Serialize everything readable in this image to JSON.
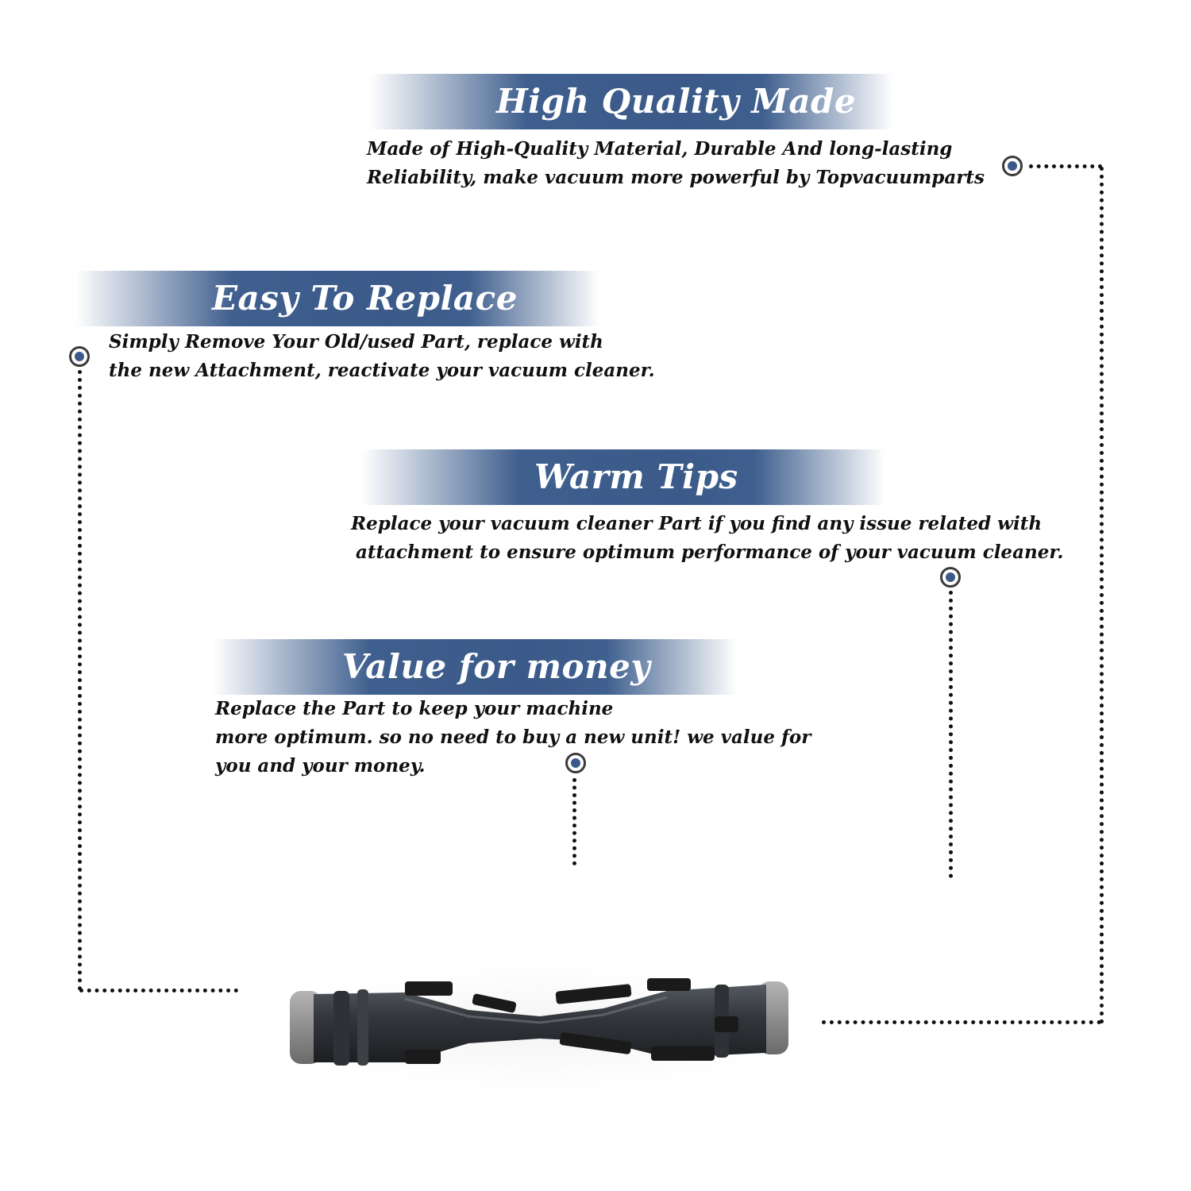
{
  "sections": [
    {
      "title": "High Quality Made",
      "lines": [
        "Made of  High-Quality Material, Durable And long-lasting",
        "Reliability, make vacuum more powerful by Topvacuumparts"
      ]
    },
    {
      "title": "Easy To Replace",
      "lines": [
        "Simply Remove Your Old/used Part, replace with",
        "the new Attachment, reactivate your vacuum cleaner."
      ]
    },
    {
      "title": "Warm Tips",
      "lines": [
        "Replace your vacuum cleaner Part if you find any issue related with",
        "attachment to ensure optimum performance of your vacuum cleaner."
      ]
    },
    {
      "title": "Value for money",
      "lines": [
        "Replace the Part to keep your machine",
        "more optimum. so no need to buy a new unit! we value for",
        "you and your money."
      ]
    }
  ],
  "colors": {
    "banner": "#3b5a89",
    "dot": "#3b5a89",
    "text": "#111111"
  },
  "product_image": "vacuum-brush-roller"
}
